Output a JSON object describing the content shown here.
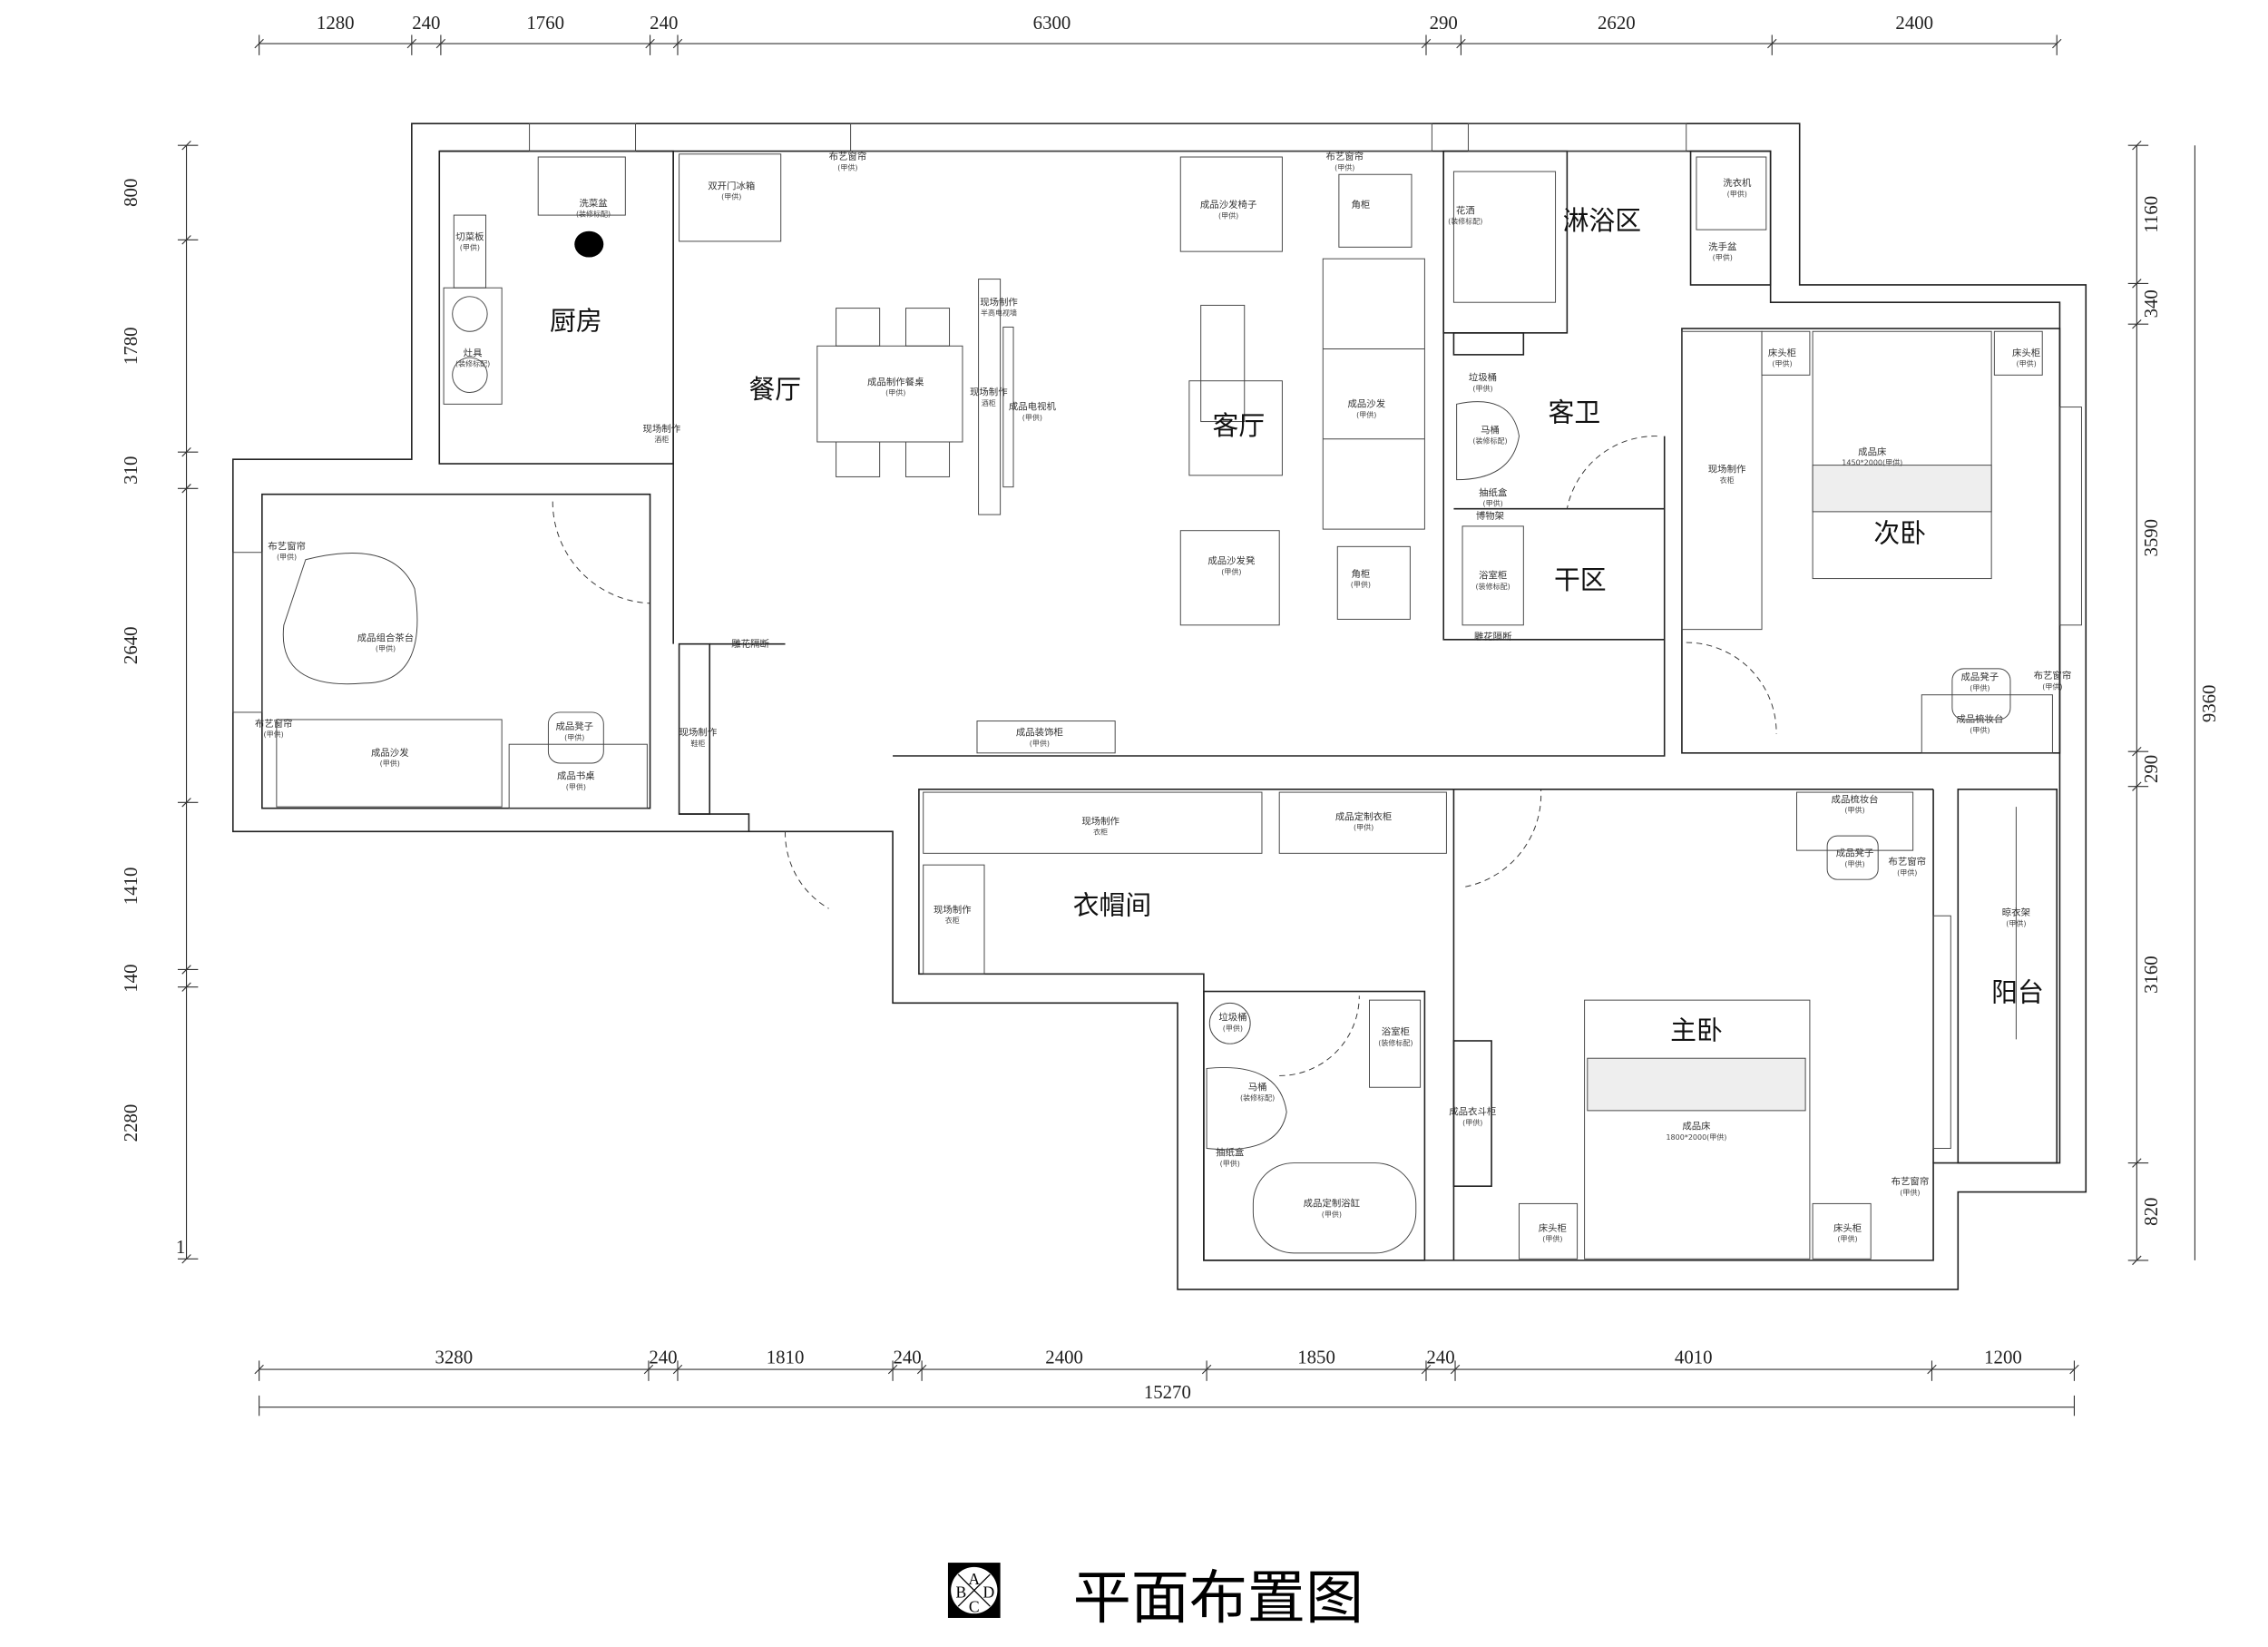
{
  "title": "平面布置图",
  "logo": {
    "letters": [
      "A",
      "B",
      "C",
      "D"
    ]
  },
  "dimensions": {
    "top": [
      "1280",
      "240",
      "1760",
      "240",
      "6300",
      "290",
      "2620",
      "2400"
    ],
    "bottom": [
      "3280",
      "240",
      "1810",
      "240",
      "2400",
      "1850",
      "240",
      "4010",
      "1200"
    ],
    "bottom_total": "15270",
    "left": [
      "800",
      "1780",
      "310",
      "2640",
      "1410",
      "140",
      "2280"
    ],
    "left_marker": "1",
    "right": [
      "1160",
      "340",
      "3590",
      "290",
      "3160",
      "820"
    ],
    "right_total": "9360"
  },
  "rooms": [
    "厨房",
    "餐厅",
    "客厅",
    "淋浴区",
    "客卫",
    "干区",
    "次卧",
    "衣帽间",
    "主卧",
    "阳台"
  ],
  "furniture": [
    {
      "label": "洗菜盆",
      "sub": "(装修标配)"
    },
    {
      "label": "切菜板",
      "sub": "(甲供)"
    },
    {
      "label": "灶具",
      "sub": "(装修标配)"
    },
    {
      "label": "双开门冰箱",
      "sub": "(甲供)"
    },
    {
      "label": "布艺窗帘",
      "sub": "(甲供)"
    },
    {
      "label": "成品制作餐桌",
      "sub": "(甲供)"
    },
    {
      "label": "现场制作",
      "sub": "半高电视墙"
    },
    {
      "label": "现场制作",
      "sub": "酒柜"
    },
    {
      "label": "成品电视机",
      "sub": "(甲供)"
    },
    {
      "label": "现场制作",
      "sub": "酒柜"
    },
    {
      "label": "成品沙发椅子",
      "sub": "(甲供)"
    },
    {
      "label": "布艺窗帘",
      "sub": "(甲供)"
    },
    {
      "label": "角柜",
      "sub": ""
    },
    {
      "label": "成品沙发",
      "sub": "(甲供)"
    },
    {
      "label": "成品沙发凳",
      "sub": "(甲供)"
    },
    {
      "label": "角柜",
      "sub": "(甲供)"
    },
    {
      "label": "花洒",
      "sub": "(装修标配)"
    },
    {
      "label": "洗衣机",
      "sub": "(甲供)"
    },
    {
      "label": "洗手盆",
      "sub": "(甲供)"
    },
    {
      "label": "垃圾桶",
      "sub": "(甲供)"
    },
    {
      "label": "马桶",
      "sub": "(装修标配)"
    },
    {
      "label": "抽纸盒",
      "sub": "(甲供)"
    },
    {
      "label": "博物架",
      "sub": ""
    },
    {
      "label": "浴室柜",
      "sub": "(装修标配)"
    },
    {
      "label": "雕花隔断",
      "sub": ""
    },
    {
      "label": "床头柜",
      "sub": "(甲供)"
    },
    {
      "label": "床头柜",
      "sub": "(甲供)"
    },
    {
      "label": "现场制作",
      "sub": "衣柜"
    },
    {
      "label": "成品床",
      "sub": "1450*2000(甲供)"
    },
    {
      "label": "成品凳子",
      "sub": "(甲供)"
    },
    {
      "label": "布艺窗帘",
      "sub": "(甲供)"
    },
    {
      "label": "成品梳妆台",
      "sub": "(甲供)"
    },
    {
      "label": "布艺窗帘",
      "sub": "(甲供)"
    },
    {
      "label": "成品组合茶台",
      "sub": "(甲供)"
    },
    {
      "label": "布艺窗帘",
      "sub": "(甲供)"
    },
    {
      "label": "成品沙发",
      "sub": "(甲供)"
    },
    {
      "label": "成品凳子",
      "sub": "(甲供)"
    },
    {
      "label": "成品书桌",
      "sub": "(甲供)"
    },
    {
      "label": "雕花隔断",
      "sub": ""
    },
    {
      "label": "现场制作",
      "sub": "鞋柜"
    },
    {
      "label": "成品装饰柜",
      "sub": "(甲供)"
    },
    {
      "label": "现场制作",
      "sub": "衣柜"
    },
    {
      "label": "成品定制衣柜",
      "sub": "(甲供)"
    },
    {
      "label": "现场制作",
      "sub": "衣柜"
    },
    {
      "label": "成品梳妆台",
      "sub": "(甲供)"
    },
    {
      "label": "成品凳子",
      "sub": "(甲供)"
    },
    {
      "label": "布艺窗帘",
      "sub": "(甲供)"
    },
    {
      "label": "晾衣架",
      "sub": "(甲供)"
    },
    {
      "label": "垃圾桶",
      "sub": "(甲供)"
    },
    {
      "label": "浴室柜",
      "sub": "(装修标配)"
    },
    {
      "label": "马桶",
      "sub": "(装修标配)"
    },
    {
      "label": "抽纸盒",
      "sub": "(甲供)"
    },
    {
      "label": "成品定制浴缸",
      "sub": "(甲供)"
    },
    {
      "label": "成品衣斗柜",
      "sub": "(甲供)"
    },
    {
      "label": "成品床",
      "sub": "1800*2000(甲供)"
    },
    {
      "label": "布艺窗帘",
      "sub": "(甲供)"
    },
    {
      "label": "床头柜",
      "sub": "(甲供)"
    },
    {
      "label": "床头柜",
      "sub": "(甲供)"
    }
  ]
}
